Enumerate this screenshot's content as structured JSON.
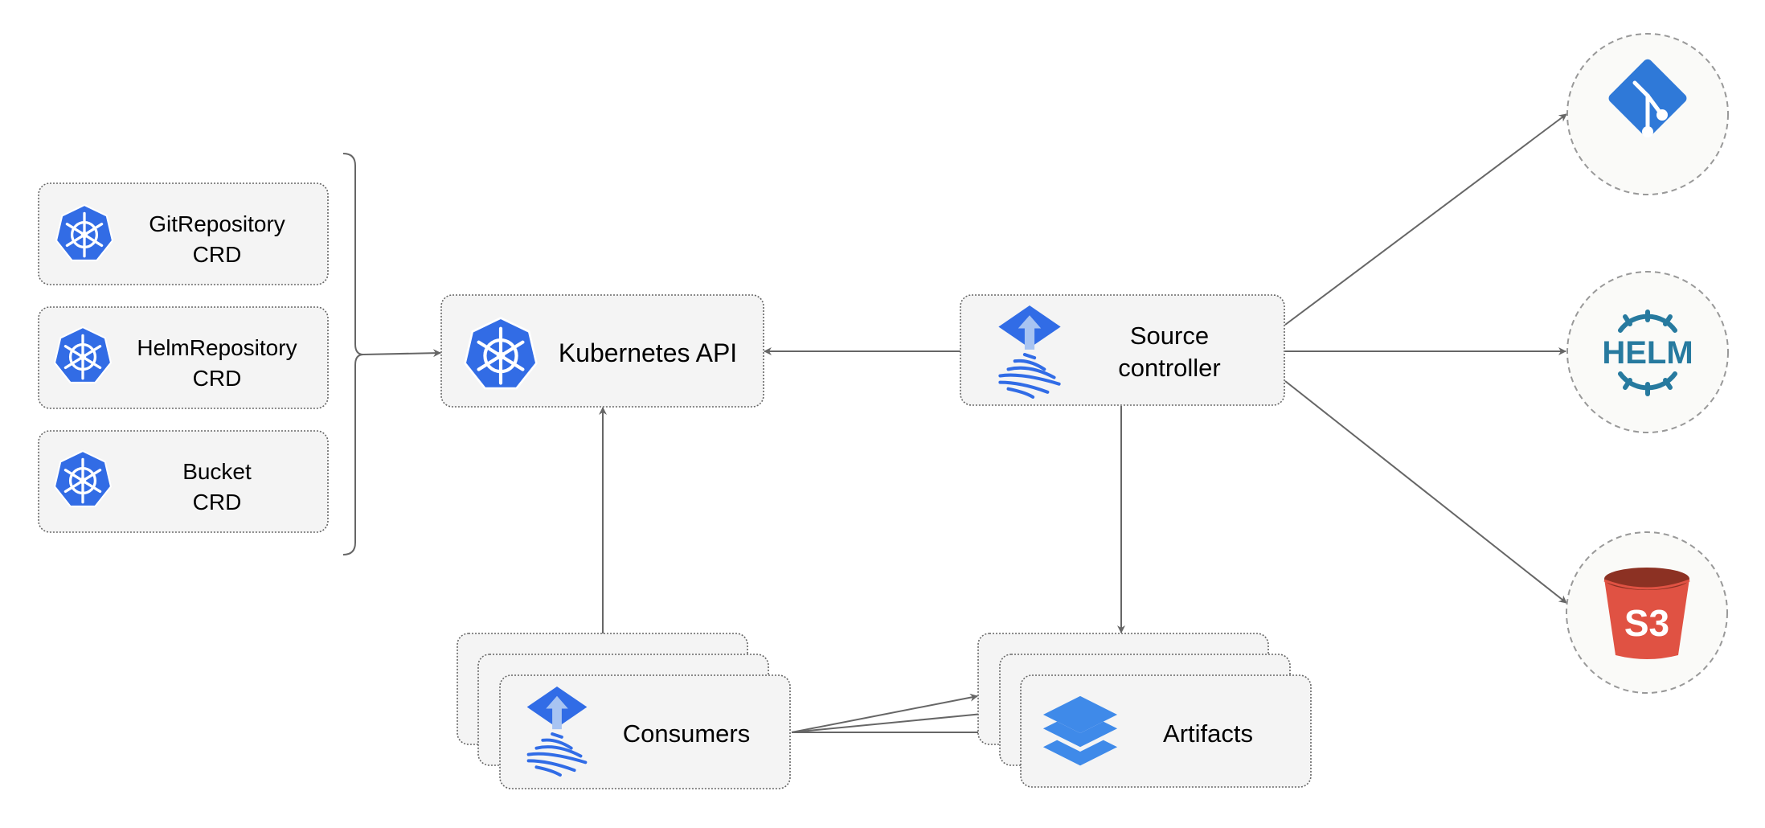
{
  "crds": [
    {
      "line1": "GitRepository",
      "line2": "CRD",
      "icon": "kubernetes-icon"
    },
    {
      "line1": "HelmRepository",
      "line2": "CRD",
      "icon": "kubernetes-icon"
    },
    {
      "line1": "Bucket",
      "line2": "CRD",
      "icon": "kubernetes-icon"
    }
  ],
  "kubernetes_api": {
    "label": "Kubernetes API",
    "icon": "kubernetes-icon"
  },
  "source_controller": {
    "line1": "Source",
    "line2": "controller",
    "icon": "flux-icon"
  },
  "consumers": {
    "label": "Consumers",
    "icon": "flux-icon"
  },
  "artifacts": {
    "label": "Artifacts",
    "icon": "layers-icon"
  },
  "sources": [
    {
      "name": "git",
      "icon": "git-icon",
      "color": "#2F79D8"
    },
    {
      "name": "helm",
      "icon": "helm-icon",
      "label": "HELM",
      "color": "#277A9F"
    },
    {
      "name": "s3",
      "icon": "s3-bucket-icon",
      "label": "S3",
      "color": "#E05243"
    }
  ],
  "colors": {
    "kubernetes": "#326CE5",
    "flux": "#316CE6",
    "layers": "#3F8AE9",
    "box_fill": "#F4F4F4",
    "edge": "#666666"
  }
}
